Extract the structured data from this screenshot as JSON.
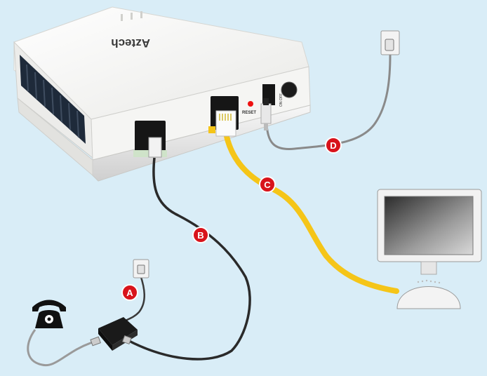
{
  "diagram": {
    "brand": "Aztech",
    "reset_label": "RESET",
    "power_switch_label": "ON OFF",
    "markers": [
      {
        "id": "A",
        "label": "A"
      },
      {
        "id": "B",
        "label": "B"
      },
      {
        "id": "C",
        "label": "C"
      },
      {
        "id": "D",
        "label": "D"
      }
    ],
    "colors": {
      "background": "#d9edf7",
      "ethernet_cable": "#f5c518",
      "phone_cable": "#2a2a2a",
      "power_cable": "#8a8a8a",
      "marker": "#d8131b",
      "device": "#f4f4f2"
    },
    "icons": [
      "telephone-icon",
      "wall-socket-icon",
      "power-outlet-icon",
      "splitter-icon",
      "computer-monitor-icon"
    ]
  }
}
